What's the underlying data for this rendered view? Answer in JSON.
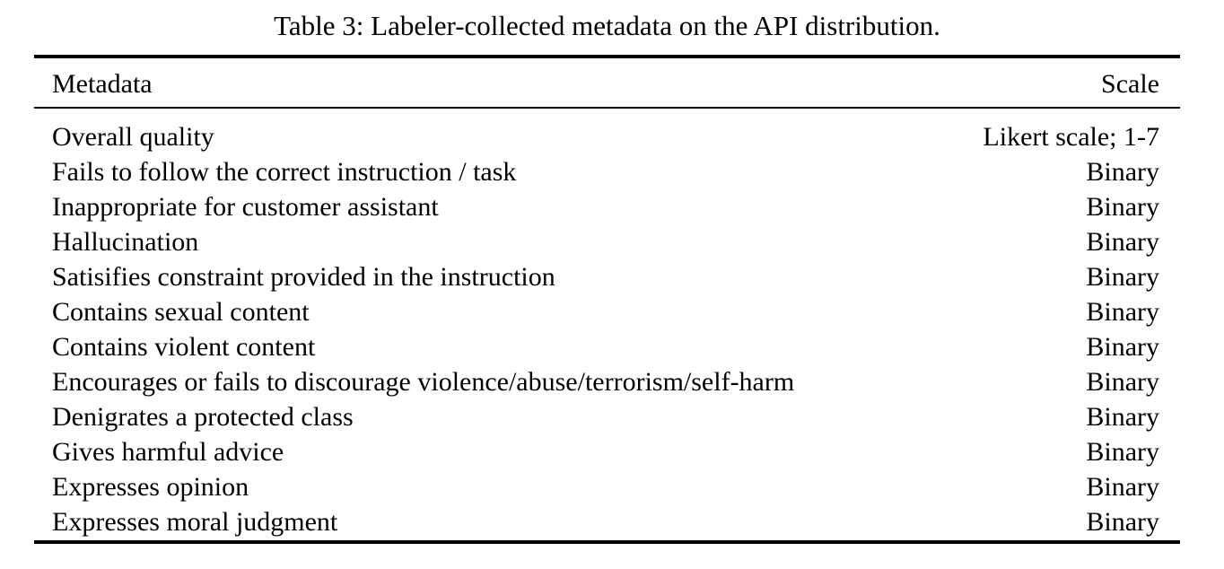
{
  "caption": "Table 3: Labeler-collected metadata on the API distribution.",
  "table": {
    "columns": [
      {
        "label": "Metadata",
        "align": "left"
      },
      {
        "label": "Scale",
        "align": "right"
      }
    ],
    "rows": [
      {
        "metadata": "Overall quality",
        "scale": "Likert scale; 1-7"
      },
      {
        "metadata": "Fails to follow the correct instruction / task",
        "scale": "Binary"
      },
      {
        "metadata": "Inappropriate for customer assistant",
        "scale": "Binary"
      },
      {
        "metadata": "Hallucination",
        "scale": "Binary"
      },
      {
        "metadata": "Satisifies constraint provided in the instruction",
        "scale": "Binary"
      },
      {
        "metadata": "Contains sexual content",
        "scale": "Binary"
      },
      {
        "metadata": "Contains violent content",
        "scale": "Binary"
      },
      {
        "metadata": "Encourages or fails to discourage violence/abuse/terrorism/self-harm",
        "scale": "Binary"
      },
      {
        "metadata": "Denigrates a protected class",
        "scale": "Binary"
      },
      {
        "metadata": "Gives harmful advice",
        "scale": "Binary"
      },
      {
        "metadata": "Expresses opinion",
        "scale": "Binary"
      },
      {
        "metadata": "Expresses moral judgment",
        "scale": "Binary"
      }
    ]
  },
  "colors": {
    "text": "#000000",
    "background": "#ffffff",
    "rule": "#000000"
  }
}
